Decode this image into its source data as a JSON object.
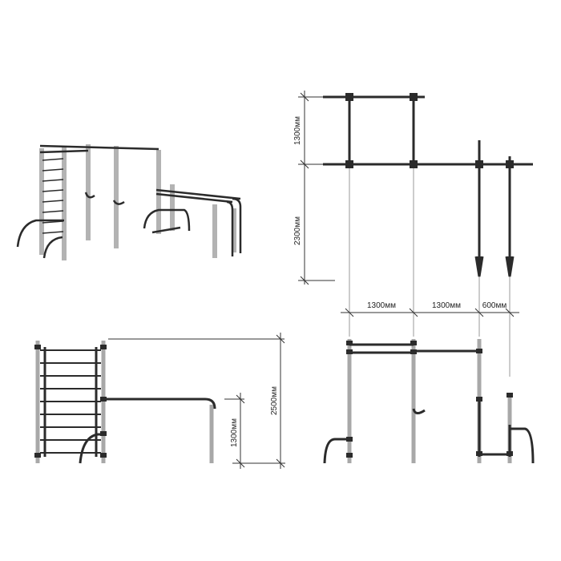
{
  "colors": {
    "frame": "#2b2b2b",
    "post": "#a8a8a8",
    "dimension_line": "#333333",
    "guide_line": "#9a9a9a"
  },
  "dimensions": {
    "plan_upper_height": "1300мм",
    "plan_lower_height": "2300мм",
    "span_1": "1300мм",
    "span_2": "1300мм",
    "span_3": "600мм",
    "overall_height": "2500мм",
    "bar_height": "1300мм"
  }
}
